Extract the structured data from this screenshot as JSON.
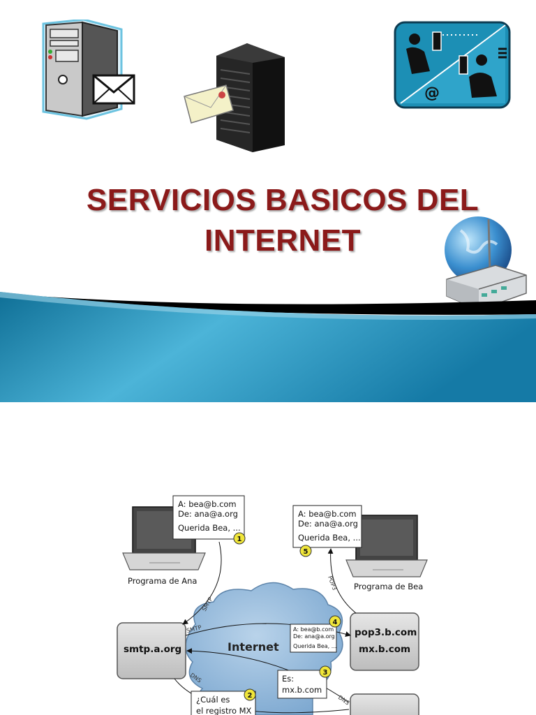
{
  "slide1": {
    "title_line1": "SERVICIOS BASICOS DEL",
    "title_line2": "INTERNET",
    "colors": {
      "title": "#8b1a1a",
      "wave": "#1e8fb8",
      "accent_black": "#000000"
    }
  },
  "slide2": {
    "internet_label": "Internet",
    "ana_program": "Programa de Ana",
    "bea_program": "Programa de Bea",
    "smtp_server": "smtp.a.org",
    "pop3_server": "pop3.b.com",
    "mx_server": "mx.b.com",
    "proto_smtp1": "SMTP",
    "proto_smtp2": "SMTP",
    "proto_dns1": "DNS",
    "proto_dns2": "DNS",
    "proto_pop3": "POP3",
    "mail1": {
      "to": "A: bea@b.com",
      "from": "De: ana@a.org",
      "body": "Querida Bea, ..."
    },
    "mail5": {
      "to": "A: bea@b.com",
      "from": "De: ana@a.org",
      "body": "Querida Bea, ..."
    },
    "mail4": {
      "to": "A: bea@b.com",
      "from": "De: ana@a.org",
      "body": "Querida Bea, ..."
    },
    "dns_answer": {
      "line1": "Es:",
      "line2": "mx.b.com"
    },
    "dns_question": {
      "line1": "¿Cuál es",
      "line2": "el registro MX"
    },
    "badges": [
      "1",
      "2",
      "3",
      "4",
      "5"
    ],
    "colors": {
      "cloud": "#8db3d6",
      "badge": "#f0e63a",
      "server_box": "#cfcfcf"
    }
  }
}
